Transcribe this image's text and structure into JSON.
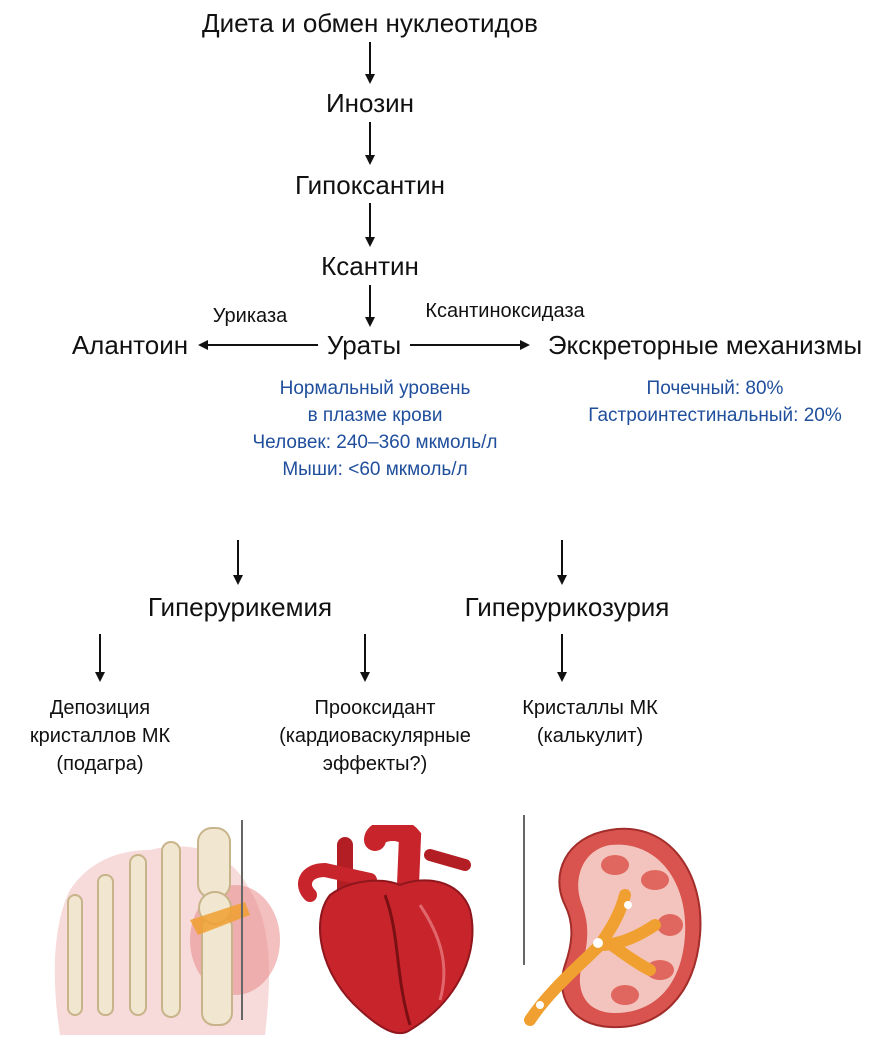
{
  "nodes": {
    "diet": "Диета и обмен нуклеотидов",
    "inosine": "Инозин",
    "hypoxanthine": "Гипоксантин",
    "xanthine": "Ксантин",
    "urates": "Ураты",
    "allantoin": "Алантоин",
    "excretory": "Экскреторные механизмы",
    "hyperuricemia": "Гиперурикемия",
    "hyperuricosuria": "Гиперурикозурия"
  },
  "enzymes": {
    "uricase": "Уриказа",
    "xanthine_oxidase": "Ксантиноксидаза"
  },
  "normal_level": {
    "line1": "Нормальный уровень",
    "line2": "в плазме крови",
    "human": "Человек: 240–360 мкмоль/л",
    "mice": "Мыши: <60 мкмоль/л"
  },
  "excretion": {
    "renal": "Почечный: 80%",
    "gastro": "Гастроинтестинальный: 20%"
  },
  "outcomes": {
    "gout": [
      "Депозиция",
      "кристаллов МК",
      "(подагра)"
    ],
    "prooxidant": [
      "Прооксидант",
      "(кардиоваскулярные",
      "эффекты?)"
    ],
    "crystals": [
      "Кристаллы МК",
      "(калькулит)"
    ]
  },
  "colors": {
    "text": "#111111",
    "blue_text": "#1f4e9c",
    "heart": "#c8242b",
    "kidney": "#d9534f",
    "bone": "#f1e6cf",
    "crystal": "#f0a030"
  },
  "illustrations": [
    "foot-gout-icon",
    "heart-icon",
    "kidney-icon"
  ]
}
